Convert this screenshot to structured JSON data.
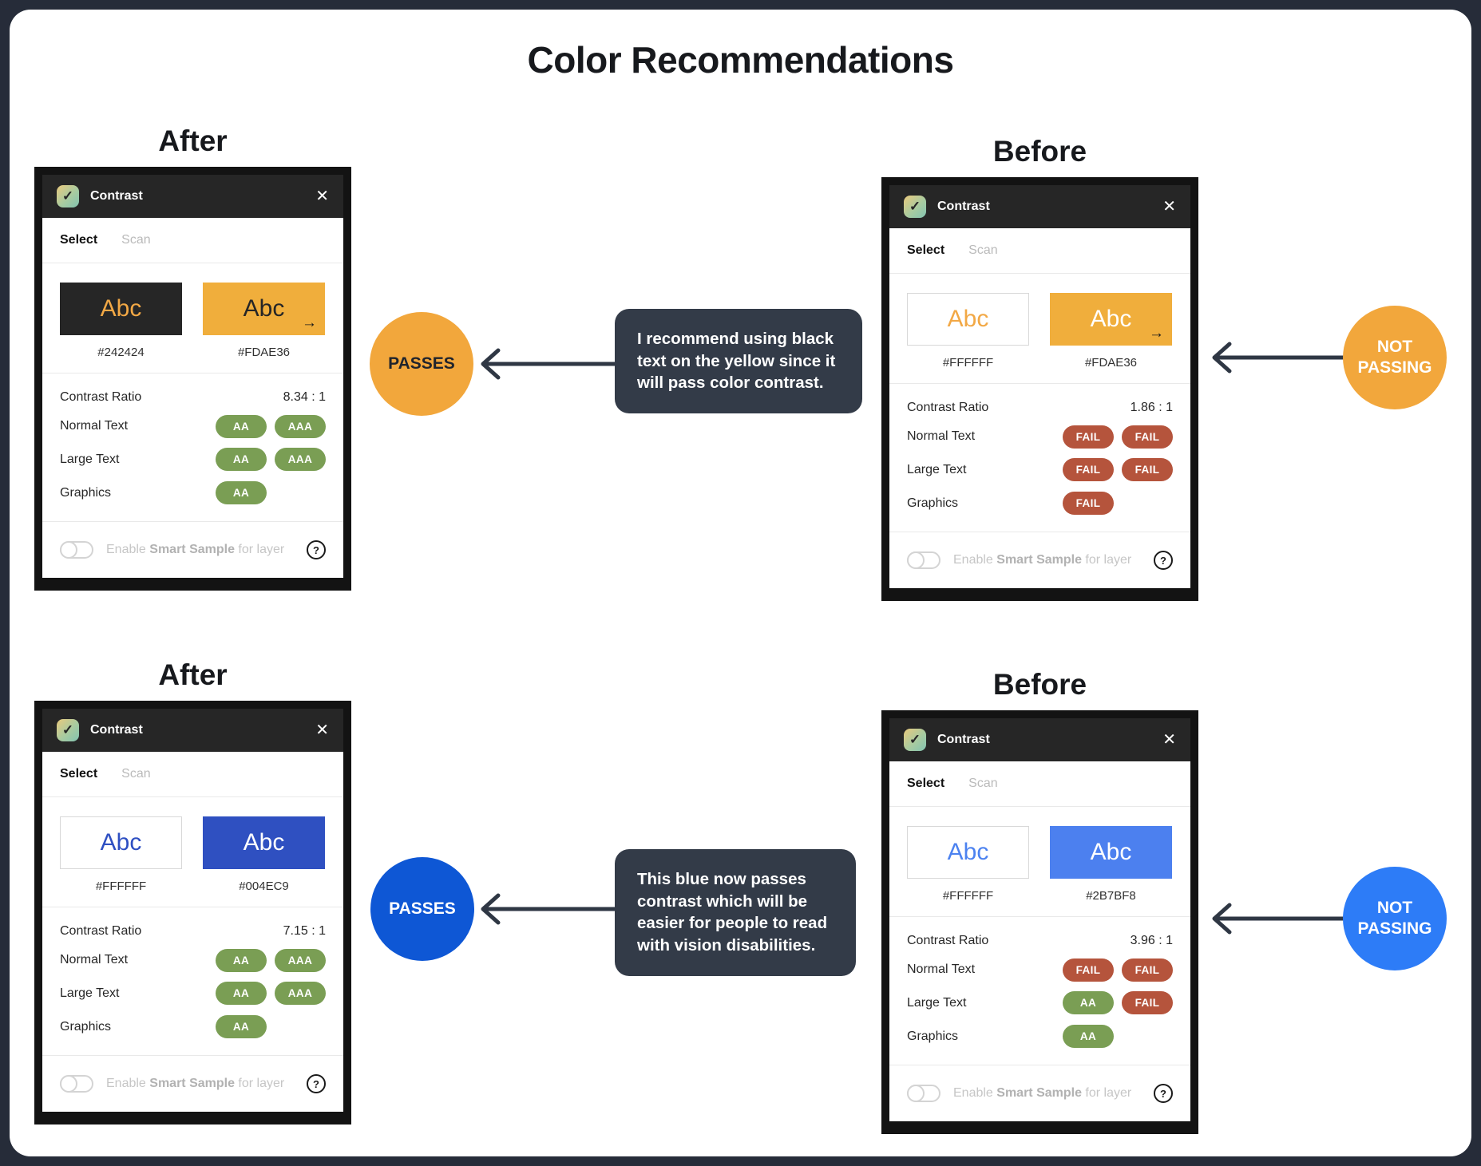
{
  "title": "Color Recommendations",
  "colors": {
    "pass": "#7A9E54",
    "fail": "#B5543C",
    "orange": "#F2A73C",
    "blue_vivid": "#0E57D5",
    "blue_light": "#2D7CF7",
    "dark_text": "#20242C",
    "white": "#FFFFFF",
    "tooltip_bg": "#333B48",
    "arrow": "#2F3744"
  },
  "panels": [
    {
      "heading": "After",
      "app_icon": "✓",
      "app_title": "Contrast",
      "close": "✕",
      "tabs": {
        "select": "Select",
        "scan": "Scan"
      },
      "swatches": [
        {
          "text": "Abc",
          "hex_label": "#242424",
          "bg": "#262626",
          "fg": "#F2A845",
          "border": "#262626"
        },
        {
          "text": "Abc",
          "hex_label": "#FDAE36",
          "bg": "#F0AE3C",
          "fg": "#262626",
          "border": "#F0AE3C",
          "arrow": "→",
          "arrow_color": "#1A1A1A"
        }
      ],
      "ratio": {
        "label": "Contrast Ratio",
        "value": "8.34 : 1"
      },
      "rows": [
        {
          "label": "Normal Text",
          "badge1": "AA",
          "badge1_color": "#7A9E54",
          "badge2": "AAA",
          "badge2_color": "#7A9E54"
        },
        {
          "label": "Large Text",
          "badge1": "AA",
          "badge1_color": "#7A9E54",
          "badge2": "AAA",
          "badge2_color": "#7A9E54"
        },
        {
          "label": "Graphics",
          "badge1": "AA",
          "badge1_color": "#7A9E54"
        }
      ],
      "footer": {
        "pre": "Enable ",
        "bold": "Smart Sample",
        "post": " for layer",
        "help": "?"
      }
    },
    {
      "heading": "Before",
      "app_icon": "✓",
      "app_title": "Contrast",
      "close": "✕",
      "tabs": {
        "select": "Select",
        "scan": "Scan"
      },
      "swatches": [
        {
          "text": "Abc",
          "hex_label": "#FFFFFF",
          "bg": "#FFFFFF",
          "fg": "#F2A845",
          "border": "#D8D8D8"
        },
        {
          "text": "Abc",
          "hex_label": "#FDAE36",
          "bg": "#F0AE3C",
          "fg": "#FFFFFF",
          "border": "#F0AE3C",
          "arrow": "→",
          "arrow_color": "#1A1A1A"
        }
      ],
      "ratio": {
        "label": "Contrast Ratio",
        "value": "1.86 : 1"
      },
      "rows": [
        {
          "label": "Normal Text",
          "badge1": "FAIL",
          "badge1_color": "#B5543C",
          "badge2": "FAIL",
          "badge2_color": "#B5543C"
        },
        {
          "label": "Large Text",
          "badge1": "FAIL",
          "badge1_color": "#B5543C",
          "badge2": "FAIL",
          "badge2_color": "#B5543C"
        },
        {
          "label": "Graphics",
          "badge1": "FAIL",
          "badge1_color": "#B5543C"
        }
      ],
      "footer": {
        "pre": "Enable ",
        "bold": "Smart Sample",
        "post": " for layer",
        "help": "?"
      }
    },
    {
      "heading": "After",
      "app_icon": "✓",
      "app_title": "Contrast",
      "close": "✕",
      "tabs": {
        "select": "Select",
        "scan": "Scan"
      },
      "swatches": [
        {
          "text": "Abc",
          "hex_label": "#FFFFFF",
          "bg": "#FFFFFF",
          "fg": "#2E4FC2",
          "border": "#D8D8D8"
        },
        {
          "text": "Abc",
          "hex_label": "#004EC9",
          "bg": "#2F50C1",
          "fg": "#FFFFFF",
          "border": "#2F50C1"
        }
      ],
      "ratio": {
        "label": "Contrast Ratio",
        "value": "7.15 : 1"
      },
      "rows": [
        {
          "label": "Normal Text",
          "badge1": "AA",
          "badge1_color": "#7A9E54",
          "badge2": "AAA",
          "badge2_color": "#7A9E54"
        },
        {
          "label": "Large Text",
          "badge1": "AA",
          "badge1_color": "#7A9E54",
          "badge2": "AAA",
          "badge2_color": "#7A9E54"
        },
        {
          "label": "Graphics",
          "badge1": "AA",
          "badge1_color": "#7A9E54"
        }
      ],
      "footer": {
        "pre": "Enable ",
        "bold": "Smart Sample",
        "post": " for layer",
        "help": "?"
      }
    },
    {
      "heading": "Before",
      "app_icon": "✓",
      "app_title": "Contrast",
      "close": "✕",
      "tabs": {
        "select": "Select",
        "scan": "Scan"
      },
      "swatches": [
        {
          "text": "Abc",
          "hex_label": "#FFFFFF",
          "bg": "#FFFFFF",
          "fg": "#4C82F0",
          "border": "#D8D8D8"
        },
        {
          "text": "Abc",
          "hex_label": "#2B7BF8",
          "bg": "#4C80EF",
          "fg": "#FFFFFF",
          "border": "#4C80EF"
        }
      ],
      "ratio": {
        "label": "Contrast Ratio",
        "value": "3.96 : 1"
      },
      "rows": [
        {
          "label": "Normal Text",
          "badge1": "FAIL",
          "badge1_color": "#B5543C",
          "badge2": "FAIL",
          "badge2_color": "#B5543C"
        },
        {
          "label": "Large Text",
          "badge1": "AA",
          "badge1_color": "#7A9E54",
          "badge2": "FAIL",
          "badge2_color": "#B5543C"
        },
        {
          "label": "Graphics",
          "badge1": "AA",
          "badge1_color": "#7A9E54"
        }
      ],
      "footer": {
        "pre": "Enable ",
        "bold": "Smart Sample",
        "post": " for layer",
        "help": "?"
      }
    }
  ],
  "annotations": [
    {
      "text": "PASSES",
      "bg": "#F2A73C",
      "fg": "#20242C",
      "tooltip": "I recommend using black text on the yellow since it will pass color contrast."
    },
    {
      "text": "NOT PASSING",
      "bg": "#F2A73C",
      "fg": "#FFFFFF"
    },
    {
      "text": "PASSES",
      "bg": "#0E57D5",
      "fg": "#FFFFFF",
      "tooltip": "This blue now passes contrast which will be easier for people to read with vision disabilities."
    },
    {
      "text": "NOT PASSING",
      "bg": "#2D7CF7",
      "fg": "#FFFFFF"
    }
  ]
}
